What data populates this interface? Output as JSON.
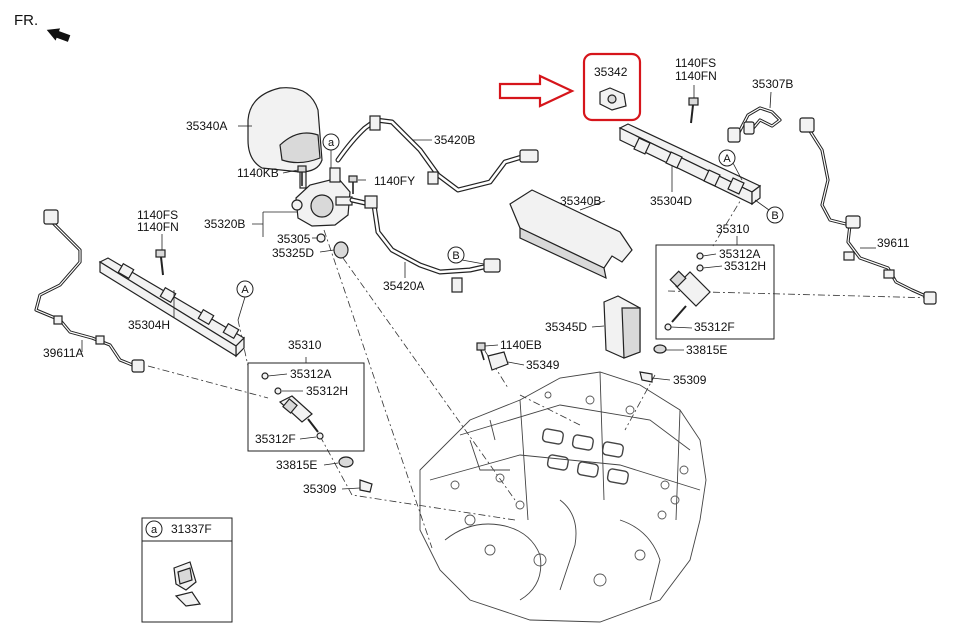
{
  "direction_label": "FR.",
  "highlighted_part": "35342",
  "labels": {
    "p35340A": "35340A",
    "p1140KB": "1140KB",
    "p1140FY": "1140FY",
    "p35320B": "35320B",
    "p35305": "35305",
    "p35325D": "35325D",
    "p35420B": "35420B",
    "p35420A": "35420A",
    "p1140FS_left": "1140FS",
    "p1140FN_left": "1140FN",
    "p35304H": "35304H",
    "p39611A": "39611A",
    "p35310_left": "35310",
    "p35312A_left": "35312A",
    "p35312H_left": "35312H",
    "p35312F_left": "35312F",
    "p33815E_left": "33815E",
    "p35309_left": "35309",
    "p35342": "35342",
    "p1140FS_right": "1140FS",
    "p1140FN_right": "1140FN",
    "p35307B": "35307B",
    "p35304D": "35304D",
    "p35340B": "35340B",
    "p35310_right": "35310",
    "p35312A_right": "35312A",
    "p35312H_right": "35312H",
    "p35312F_right": "35312F",
    "p33815E_right": "33815E",
    "p35309_right": "35309",
    "p39611": "39611",
    "p35345D": "35345D",
    "p1140EB": "1140EB",
    "p35349": "35349",
    "p31337F": "31337F"
  },
  "markers": {
    "a_pump": "a",
    "a_inset": "a",
    "A_left": "A",
    "A_right": "A",
    "B_hose": "B",
    "B_rail": "B"
  },
  "colors": {
    "highlight": "#d6151b",
    "line": "#222222"
  }
}
